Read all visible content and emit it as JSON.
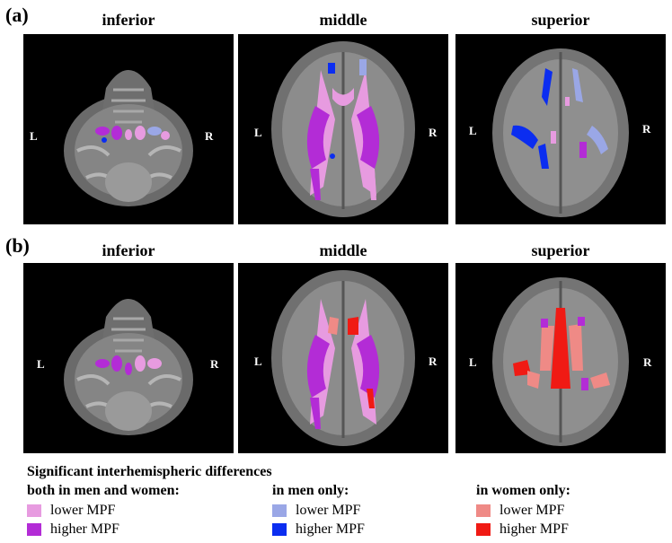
{
  "rows": [
    {
      "label": "(a)"
    },
    {
      "label": "(b)"
    }
  ],
  "columns": [
    "inferior",
    "middle",
    "superior"
  ],
  "side_labels": {
    "left": "L",
    "right": "R"
  },
  "legend": {
    "title": "Significant interhemispheric differences",
    "groups": [
      {
        "heading": "both in men and women:",
        "items": [
          {
            "label": "lower MPF",
            "color": "#e79be0"
          },
          {
            "label": "higher MPF",
            "color": "#b32cd6"
          }
        ]
      },
      {
        "heading": "in men only:",
        "items": [
          {
            "label": "lower MPF",
            "color": "#9aa7e6"
          },
          {
            "label": "higher MPF",
            "color": "#0b2df0"
          }
        ]
      },
      {
        "heading": "in women only:",
        "items": [
          {
            "label": "lower MPF",
            "color": "#ef8a86"
          },
          {
            "label": "higher MPF",
            "color": "#f01a14"
          }
        ]
      }
    ]
  }
}
